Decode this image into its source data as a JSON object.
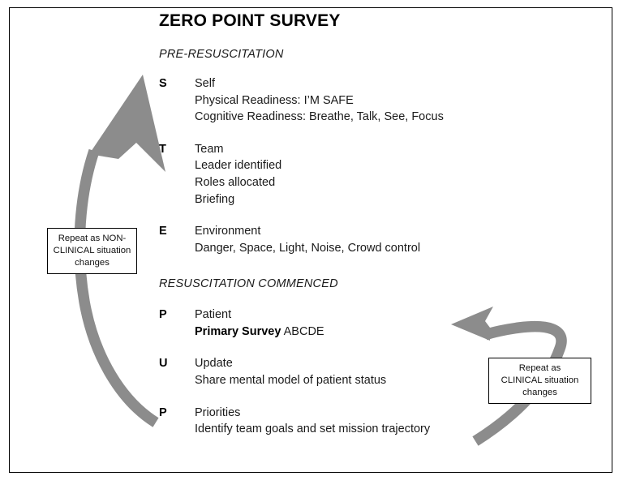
{
  "document": {
    "title": "ZERO POINT SURVEY",
    "frame_color": "#000000",
    "arrow_color": "#8c8c8c",
    "text_color": "#1a1a1a"
  },
  "sections": [
    {
      "id": "pre",
      "heading": "PRE-RESUSCITATION"
    },
    {
      "id": "resus",
      "heading": "RESUSCITATION COMMENCED"
    }
  ],
  "entries": [
    {
      "letter": "S",
      "title": "Self",
      "lines": [
        "Physical Readiness: I’M SAFE",
        "Cognitive Readiness: Breathe, Talk, See, Focus"
      ]
    },
    {
      "letter": "T",
      "title": "Team",
      "lines": [
        "Leader identified",
        "Roles allocated",
        "Briefing"
      ]
    },
    {
      "letter": "E",
      "title": "Environment",
      "lines": [
        "Danger, Space, Light, Noise, Crowd control"
      ]
    },
    {
      "letter": "P",
      "title": "Patient",
      "lines_rich": [
        {
          "bold": "Primary Survey",
          "plain": " ABCDE"
        }
      ]
    },
    {
      "letter": "U",
      "title": "Update",
      "lines": [
        "Share mental model of patient status"
      ]
    },
    {
      "letter": "P",
      "title": "Priorities",
      "lines": [
        "Identify team goals and set mission trajectory"
      ]
    }
  ],
  "callouts": {
    "left": {
      "line1": "Repeat as NON-",
      "line2": "CLINICAL situation",
      "line3": "changes"
    },
    "right": {
      "line1": "Repeat as",
      "line2": "CLINICAL situation",
      "line3": "changes"
    }
  },
  "arrows": {
    "left_arrow_name": "non-clinical-loop-arrow",
    "right_arrow_name": "clinical-loop-arrow"
  }
}
